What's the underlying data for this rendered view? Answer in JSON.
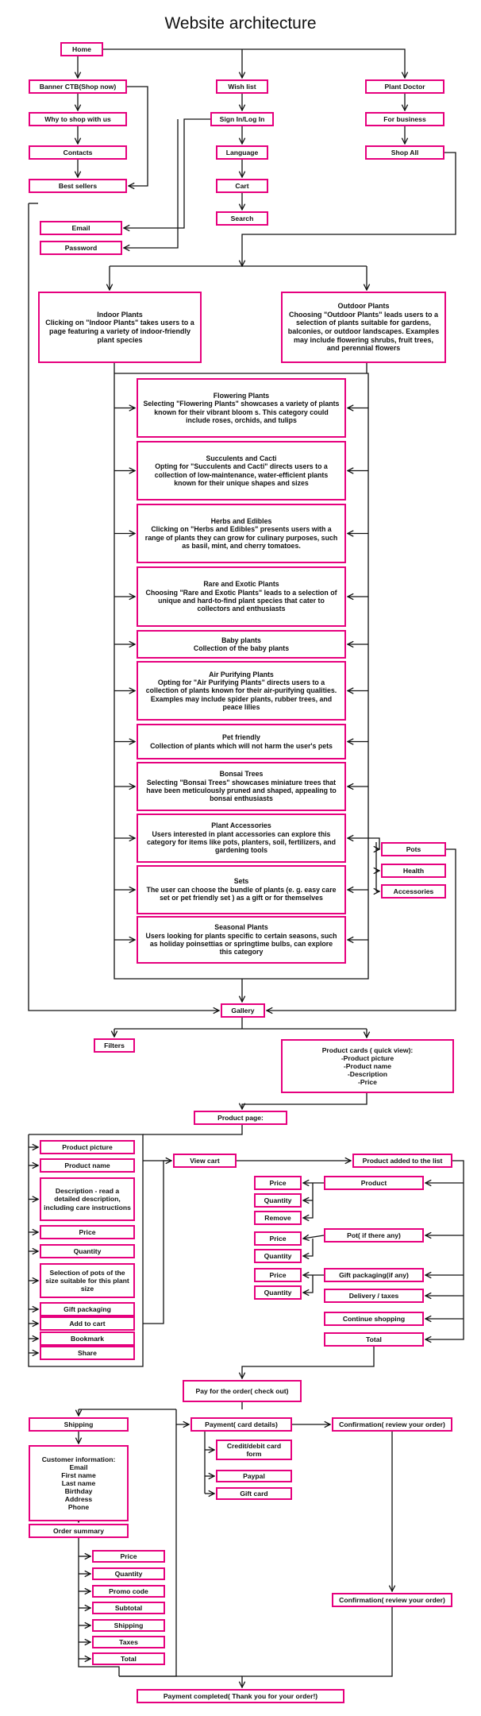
{
  "title": "Website architecture",
  "colors": {
    "node_border": "#e6007e",
    "line": "#111111",
    "text": "#111111",
    "background": "#ffffff"
  },
  "top_nav": {
    "home": "Home",
    "banner": "Banner CTB(Shop now)",
    "why_shop": "Why to shop with us",
    "contacts": "Contacts",
    "best_sellers": "Best sellers",
    "wish_list": "Wish list",
    "sign_in": "Sign In/Log In",
    "language": "Language",
    "cart": "Cart",
    "search": "Search",
    "plant_doctor": "Plant Doctor",
    "for_business": "For business",
    "shop_all": "Shop All",
    "email": "Email",
    "password": "Password"
  },
  "main_categories": {
    "indoor": {
      "title": "Indoor Plants",
      "desc": "Clicking on \"Indoor Plants\" takes users to a page featuring a variety of indoor-friendly plant species"
    },
    "outdoor": {
      "title": "Outdoor Plants",
      "desc": "Choosing \"Outdoor Plants\" leads users to a selection of plants suitable for gardens, balconies, or outdoor landscapes. Examples may include flowering shrubs, fruit trees, and perennial flowers"
    }
  },
  "subcategories": [
    {
      "title": "Flowering Plants",
      "desc": "Selecting \"Flowering Plants\" showcases a variety of plants known for their vibrant bloom s. This category could include roses, orchids, and tulips"
    },
    {
      "title": "Succulents and Cacti",
      "desc": "Opting for \"Succulents and Cacti\" directs users to a collection of low-maintenance, water-efficient plants known for their unique shapes and sizes"
    },
    {
      "title": "Herbs and Edibles",
      "desc": "Clicking on \"Herbs and Edibles\" presents users with a range of plants they can grow for culinary purposes, such as basil, mint, and cherry tomatoes."
    },
    {
      "title": "Rare and Exotic Plants",
      "desc": "Choosing \"Rare and Exotic Plants\" leads to a selection of unique and hard-to-find plant species that cater to collectors and enthusiasts"
    },
    {
      "title": "Baby plants",
      "desc": "Collection of the baby plants"
    },
    {
      "title": "Air Purifying Plants",
      "desc": "Opting for \"Air Purifying Plants\" directs users to a collection of plants known for their air-purifying qualities. Examples may include spider plants, rubber trees, and peace lilies"
    },
    {
      "title": "Pet friendly",
      "desc": "Collection of plants which will not harm the user's pets"
    },
    {
      "title": "Bonsai Trees",
      "desc": "Selecting \"Bonsai Trees\" showcases miniature trees that have been meticulously pruned and shaped, appealing to bonsai enthusiasts"
    },
    {
      "title": "Plant Accessories",
      "desc": "Users interested in plant accessories can explore this category for items like pots, planters, soil, fertilizers, and gardening tools"
    },
    {
      "title": "Sets",
      "desc": "The user  can choose the bundle of plants (e. g. easy care set or pet friendly set ) as a gift or for themselves"
    },
    {
      "title": "Seasonal Plants",
      "desc": "Users looking for plants specific to certain seasons, such as holiday poinsettias or springtime bulbs, can explore this category"
    }
  ],
  "accessories_menu": {
    "pots": "Pots",
    "health": "Health",
    "accessories": "Accessories"
  },
  "gallery": {
    "gallery": "Gallery",
    "filters": "Filters",
    "product_cards_lines": [
      "Product cards ( quick view):",
      "-Product picture",
      "-Product name",
      "-Description",
      "-Price"
    ]
  },
  "product_page": {
    "title": "Product page:",
    "items": [
      "Product picture",
      "Product name",
      "Description - read a detailed description, including care instructions",
      "Price",
      "Quantity",
      "Selection of pots of the size suitable for this plant size",
      "Gift packaging",
      "Add to cart",
      "Bookmark",
      "Share"
    ]
  },
  "cart_flow": {
    "view_cart": "View cart",
    "product_added": "Product added to the list",
    "product": "Product",
    "pot": "Pot( if there any)",
    "gift": "Gift packaging(if any)",
    "delivery": "Delivery / taxes",
    "continue": "Continue shopping",
    "total": "Total",
    "price": "Price",
    "quantity": "Quantity",
    "remove": "Remove"
  },
  "checkout": {
    "pay": "Pay for the order( check out)",
    "shipping": "Shipping",
    "customer_info_lines": [
      "Customer information:",
      "Email",
      "First name",
      "Last name",
      "Birthday",
      "Address",
      "Phone"
    ],
    "order_summary": "Order summary",
    "summary_items": [
      "Price",
      "Quantity",
      "Promo code",
      "Subtotal",
      "Shipping",
      "Taxes",
      "Total"
    ],
    "payment": "Payment( card details)",
    "payment_options": [
      "Credit/debit card form",
      "Paypal",
      "Gift card"
    ],
    "confirmation": "Confirmation( review your order)",
    "completed": "Payment completed( Thank you for your order!)"
  }
}
